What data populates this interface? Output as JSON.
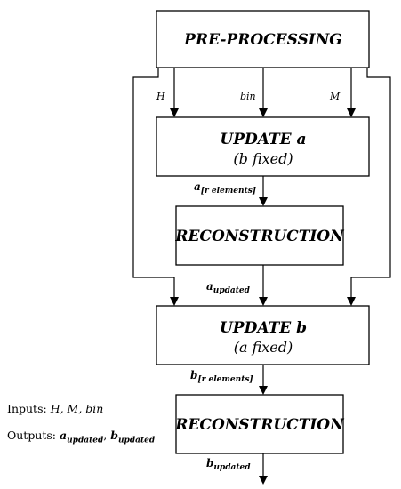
{
  "diagram": {
    "boxes": {
      "preprocessing": "PRE-PROCESSING",
      "update_a_title": "UPDATE a",
      "update_a_sub": "(b fixed)",
      "reconstruction_1": "RECONSTRUCTION",
      "update_b_title": "UPDATE b",
      "update_b_sub": "(a fixed)",
      "reconstruction_2": "RECONSTRUCTION"
    },
    "edge_labels": {
      "h": "H",
      "bin": "bin",
      "m": "M",
      "a_r_main": "a",
      "a_r_sub": "[r elements]",
      "a_updated_main": "a",
      "a_updated_sub": "updated",
      "b_r_main": "b",
      "b_r_sub": "[r elements]",
      "b_updated_main": "b",
      "b_updated_sub": "updated"
    }
  },
  "legend": {
    "inputs_label": "Inputs:",
    "inputs_value": "H, M, bin",
    "outputs_label": "Outputs:",
    "outputs_a": "a",
    "outputs_a_sub": "updated",
    "outputs_sep": ",",
    "outputs_b": "b",
    "outputs_b_sub": "updated"
  }
}
